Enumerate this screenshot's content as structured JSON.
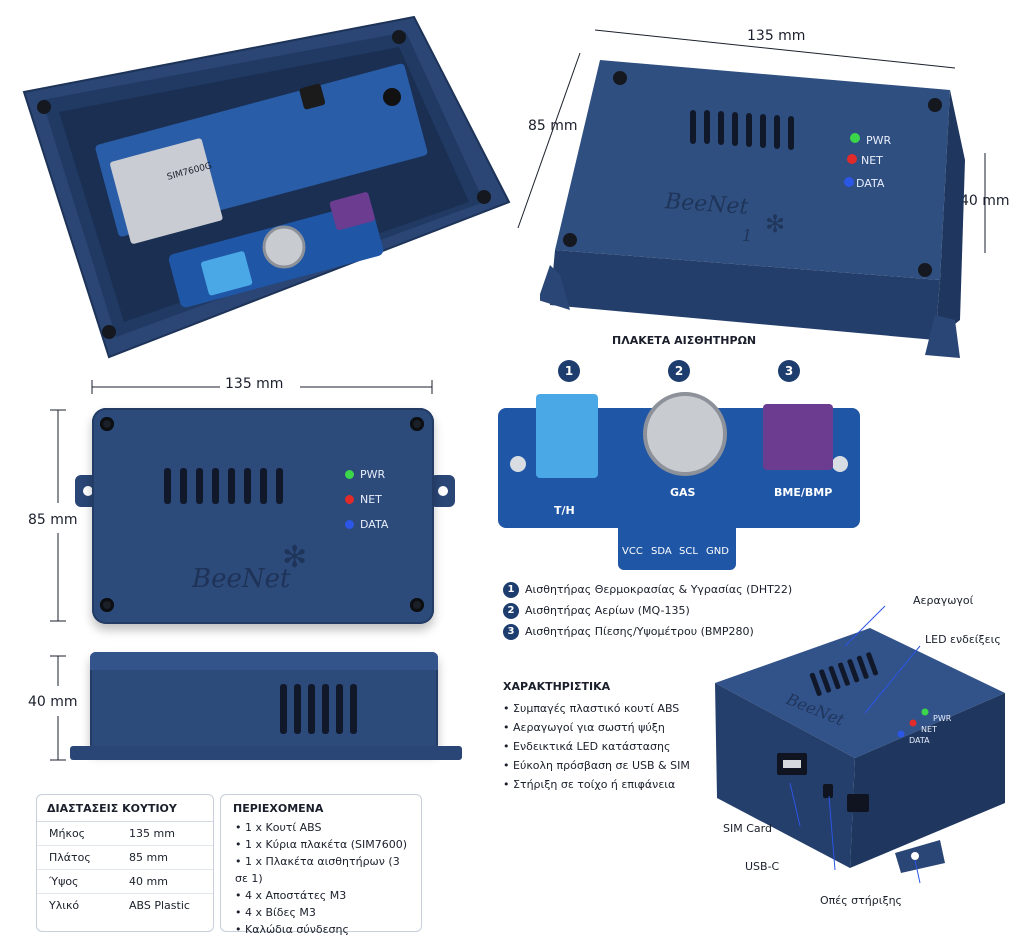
{
  "dimensions": {
    "top_width": "135 mm",
    "top_depth": "85 mm",
    "top_height": "40 mm",
    "front_width": "135 mm",
    "front_depth": "85 mm",
    "side_height": "40 mm"
  },
  "leds": {
    "pwr": "PWR",
    "net": "NET",
    "data": "DATA",
    "colors": {
      "pwr": "#3bd64a",
      "net": "#e12b2b",
      "data": "#2b56e6"
    }
  },
  "brand": {
    "name": "BeeNet",
    "mark": "1"
  },
  "sensor_board": {
    "title": "ΠΛΑΚΕΤΑ ΑΙΣΘΗΤΗΡΩΝ",
    "markers": [
      "1",
      "2",
      "3"
    ],
    "labels": [
      "T/H",
      "GAS",
      "BME/BMP"
    ],
    "pins": [
      "VCC",
      "SDA",
      "SCL",
      "GND"
    ]
  },
  "sensor_legend": [
    {
      "num": "1",
      "text": "Αισθητήρας Θερμοκρασίας & Υγρασίας (DHT22)"
    },
    {
      "num": "2",
      "text": "Αισθητήρας Αερίων (MQ-135)"
    },
    {
      "num": "3",
      "text": "Αισθητήρας Πίεσης/Υψομέτρου (BMP280)"
    }
  ],
  "features": {
    "title": "ΧΑΡΑΚΤΗΡΙΣΤΙΚΑ",
    "items": [
      "Συμπαγές πλαστικό κουτί ABS",
      "Αεραγωγοί για σωστή ψύξη",
      "Ενδεικτικά LED κατάστασης",
      "Εύκολη πρόσβαση σε USB & SIM",
      "Στήριξη σε τοίχο ή επιφάνεια"
    ]
  },
  "box_dimensions": {
    "title": "ΔΙΑΣΤΑΣΕΙΣ ΚΟΥΤΙΟΥ",
    "rows": [
      {
        "label": "Μήκος",
        "value": "135 mm"
      },
      {
        "label": "Πλάτος",
        "value": "85 mm"
      },
      {
        "label": "Ύψος",
        "value": "40 mm"
      },
      {
        "label": "Υλικό",
        "value": "ABS Plastic"
      }
    ]
  },
  "contents": {
    "title": "ΠΕΡΙΕΧΟΜΕΝΑ",
    "items": [
      "1 x Κουτί ABS",
      "1 x Κύρια πλακέτα (SIM7600)",
      "1 x Πλακέτα αισθητήρων (3 σε 1)",
      "4 x Αποστάτες M3",
      "4 x Βίδες M3",
      "Καλώδια σύνδεσης"
    ]
  },
  "callouts": {
    "vents": "Αεραγωγοί",
    "leds": "LED ενδείξεις",
    "sim": "SIM Card",
    "usb": "USB-C",
    "mount": "Οπές στήριξης"
  },
  "board": {
    "module": "SIM7600G"
  }
}
